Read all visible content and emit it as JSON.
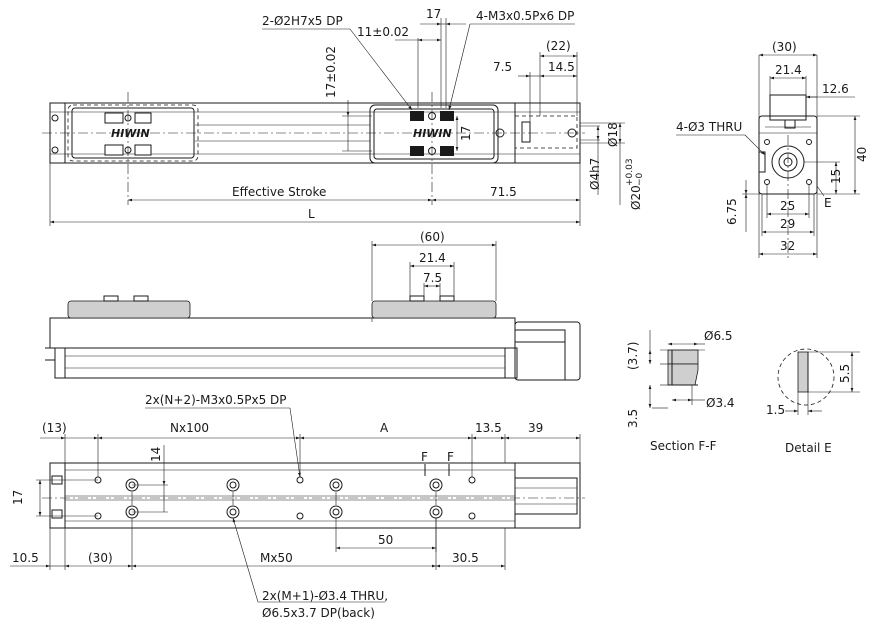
{
  "top_view": {
    "dowel_callout": "2-Ø2H7x5 DP",
    "dowel_spacing": "11±0.02",
    "pitch_17": "17",
    "tap_callout": "4-M3x0.5Px6 DP",
    "vertical_17_tol": "17±0.02",
    "vertical_17": "17",
    "end_22": "(22)",
    "end_7_5": "7.5",
    "end_14_5": "14.5",
    "dia_18": "Ø18",
    "dia_4h7": "Ø4h7",
    "dia_20_base": "Ø20",
    "dia_20_tol_upper": "+0.03",
    "dia_20_tol_lower": "−0",
    "effective_stroke": "Effective Stroke",
    "dim_71_5": "71.5",
    "dim_L": "L",
    "logo_text": "HIWIN"
  },
  "end_view": {
    "dim_30": "(30)",
    "dim_21_4": "21.4",
    "dim_12_6": "12.6",
    "thru_callout": "4-Ø3 THRU",
    "dim_40": "40",
    "dim_15": "15",
    "dim_6_75": "6.75",
    "dim_25": "25",
    "label_E": "E",
    "dim_29": "29",
    "dim_32": "32"
  },
  "side_view": {
    "dim_60": "(60)",
    "dim_21_4": "21.4",
    "dim_7_5": "7.5"
  },
  "section_ff": {
    "dim_3_7": "(3.7)",
    "dia_6_5": "Ø6.5",
    "dia_3_4": "Ø3.4",
    "dim_3_5": "3.5",
    "title": "Section F-F"
  },
  "detail_e": {
    "dim_5_5": "5.5",
    "dim_1_5": "1.5",
    "title": "Detail E"
  },
  "bottom_view": {
    "tap_callout": "2x(N+2)-M3x0.5Px5 DP",
    "dim_13": "(13)",
    "dim_nx100": "Nx100",
    "dim_A": "A",
    "dim_13_5": "13.5",
    "dim_39": "39",
    "dim_14": "14",
    "label_F1": "F",
    "label_F2": "F",
    "dim_17": "17",
    "dim_50": "50",
    "dim_10_5": "10.5",
    "dim_30": "(30)",
    "dim_mx50": "Mx50",
    "dim_30_5": "30.5",
    "hole_callout_line1": "2x(M+1)-Ø3.4 THRU,",
    "hole_callout_line2": "Ø6.5x3.7 DP(back)"
  }
}
